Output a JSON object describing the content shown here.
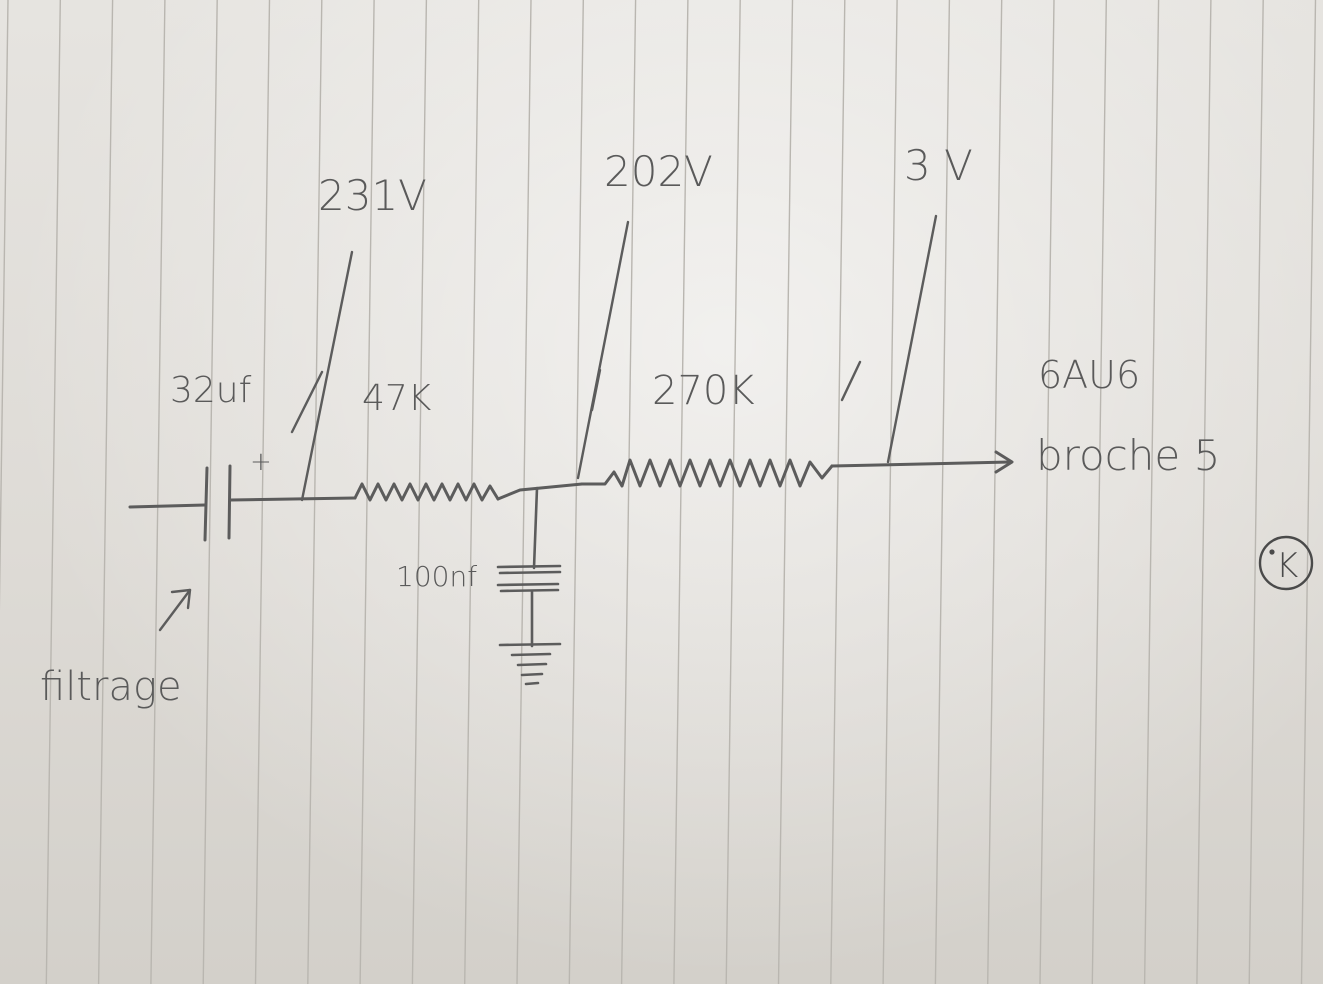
{
  "diagram": {
    "voltages": {
      "v1": "231V",
      "v2": "202V",
      "v3": "3 V"
    },
    "components": {
      "cap_filter": "32uf",
      "cap_plus": "+",
      "res1": "47K",
      "res2": "270K",
      "cap_decoupling": "100nf"
    },
    "output": {
      "tube": "6AU6",
      "pin": "broche 5"
    },
    "note": "filtrage",
    "stamp_letter": "K"
  },
  "colors": {
    "ink": "#5c5c5c",
    "paper": "#e2e0db",
    "rule_line": "#b9b6b0"
  }
}
